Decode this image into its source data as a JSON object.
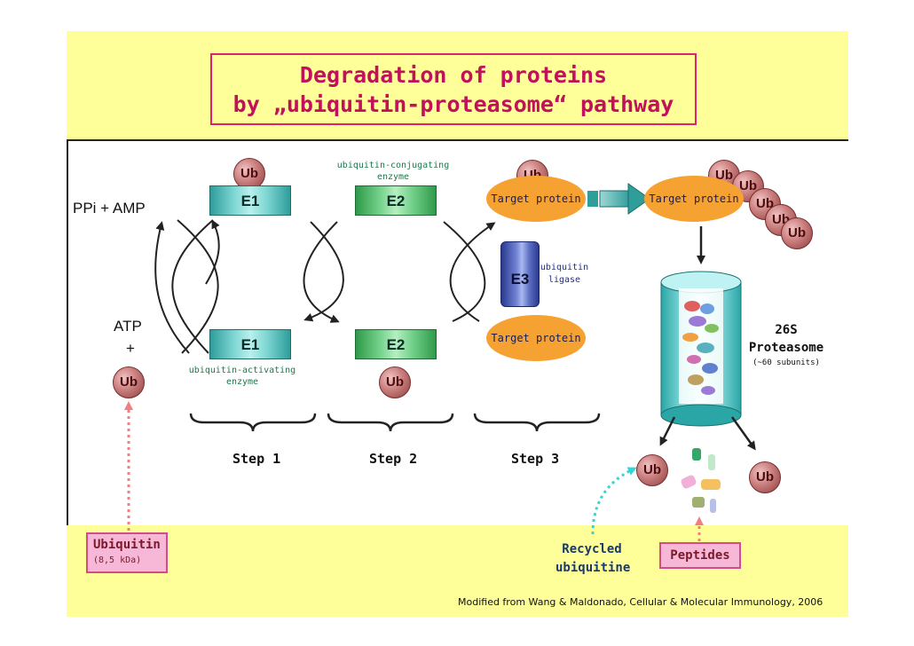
{
  "title": {
    "line1": "Degradation of proteins",
    "line2": "by „ubiquitin-proteasome“ pathway"
  },
  "labels": {
    "ppi_amp": "PPi + AMP",
    "atp": "ATP",
    "plus": "+",
    "ub": "Ub",
    "e1": "E1",
    "e2": "E2",
    "e3": "E3",
    "target_protein": "Target protein",
    "conj_enzyme_1": "ubiquitin-conjugating",
    "conj_enzyme_2": "enzyme",
    "act_enzyme_1": "ubiquitin-activating",
    "act_enzyme_2": "enzyme",
    "ligase_1": "ubiquitin",
    "ligase_2": "ligase",
    "proteasome_1": "26S",
    "proteasome_2": "Proteasome",
    "proteasome_3": "(~60 subunits)",
    "step1": "Step 1",
    "step2": "Step 2",
    "step3": "Step 3"
  },
  "bottom": {
    "ubiquitin": "Ubiquitin",
    "ubiquitin_size": "(8,5 kDa)",
    "recycled_1": "Recycled",
    "recycled_2": "ubiquitine",
    "peptides": "Peptides",
    "citation": "Modified from Wang & Maldonado, Cellular & Molecular Immunology, 2006"
  },
  "colors": {
    "slide_bg": "#ffff99",
    "title_border": "#e0226e",
    "title_text": "#c0115a",
    "target_fill": "#f5a233",
    "ub_fill": "#c97d7d",
    "pink_arrow": "#f08080",
    "cyan_arrow": "#33d6d6"
  }
}
